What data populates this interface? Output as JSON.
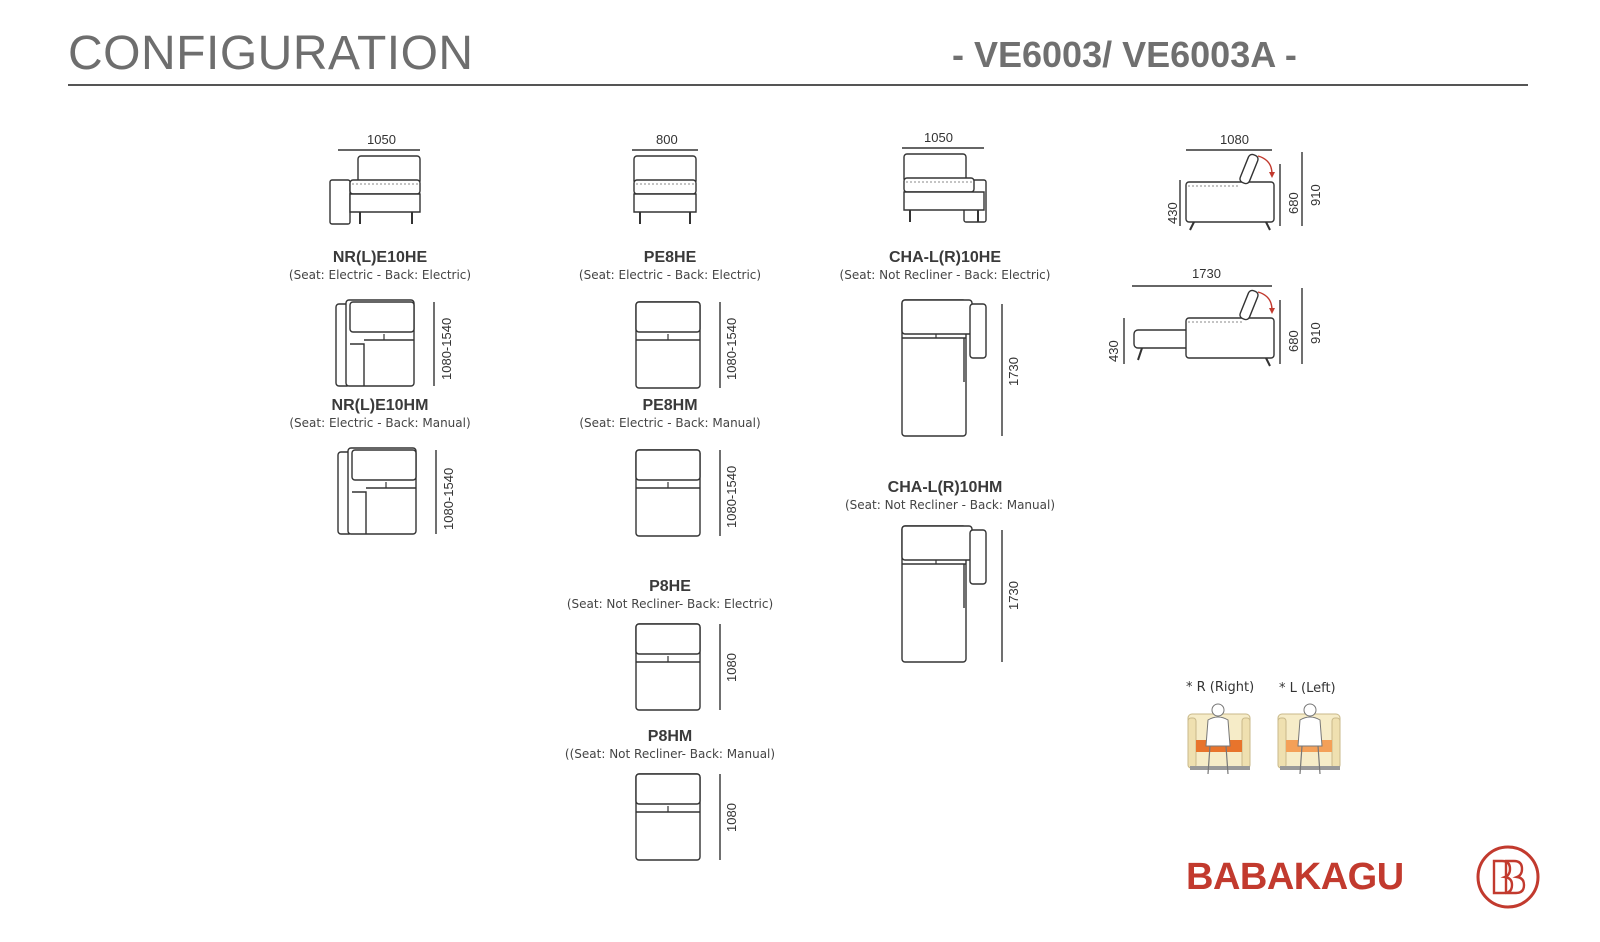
{
  "header": {
    "title": "CONFIGURATION",
    "model": "- VE6003/ VE6003A -"
  },
  "col1": {
    "front_width": "1050",
    "item1": {
      "name": "NR(L)E10HE",
      "desc": "(Seat: Electric  - Back: Electric)",
      "depth": "1080-1540"
    },
    "item2": {
      "name": "NR(L)E10HM",
      "desc": "(Seat: Electric  - Back: Manual)",
      "depth": "1080-1540"
    }
  },
  "col2": {
    "front_width": "800",
    "item1": {
      "name": "PE8HE",
      "desc": "(Seat: Electric  - Back: Electric)",
      "depth": "1080-1540"
    },
    "item2": {
      "name": "PE8HM",
      "desc": "(Seat: Electric  - Back: Manual)",
      "depth": "1080-1540"
    },
    "item3": {
      "name": "P8HE",
      "desc": "(Seat: Not Recliner- Back: Electric)",
      "depth": "1080"
    },
    "item4": {
      "name": "P8HM",
      "desc": "((Seat: Not Recliner- Back: Manual)",
      "depth": "1080"
    }
  },
  "col3": {
    "front_width": "1050",
    "item1": {
      "name": "CHA-L(R)10HE",
      "desc": "(Seat: Not Recliner  - Back: Electric)",
      "depth": "1730"
    },
    "item2": {
      "name": "CHA-L(R)10HM",
      "desc": "(Seat: Not Recliner - Back: Manual)",
      "depth": "1730"
    }
  },
  "col4": {
    "side1": {
      "width": "1080",
      "seat_h": "430",
      "back_h": "680",
      "total_h": "910"
    },
    "side2": {
      "width": "1730",
      "seat_h": "430",
      "back_h": "680",
      "total_h": "910"
    }
  },
  "legend": {
    "right": "* R (Right)",
    "left": "* L (Left)"
  },
  "brand": {
    "name": "BABAKAGU",
    "color": "#c23a2e",
    "logo_icon": "bb-monogram-logo"
  },
  "colors": {
    "accent_orange": "#e8742c",
    "cream": "#f6ecc8"
  }
}
